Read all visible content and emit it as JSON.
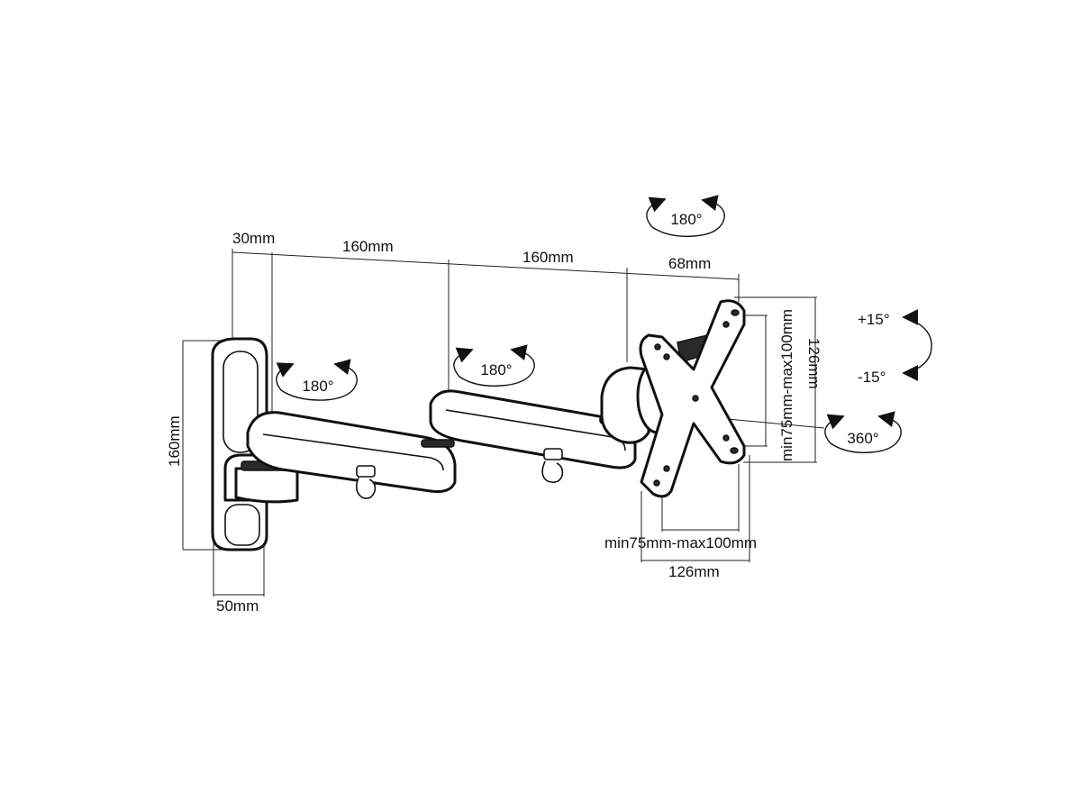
{
  "labels": {
    "wall_gap": "30mm",
    "arm_1": "160mm",
    "arm_2": "160mm",
    "head": "68mm",
    "plate_height": "160mm",
    "plate_depth": "50mm",
    "vesa_horizontal": "min75mm-max100mm",
    "vesa_width": "126mm",
    "vesa_vertical": "min75mm-max100mm",
    "vesa_height": "126mm"
  },
  "rotations": {
    "joint_1": "180°",
    "joint_2": "180°",
    "head_swivel": "180°",
    "rotation": "360°",
    "tilt_up": "+15°",
    "tilt_down": "-15°"
  }
}
